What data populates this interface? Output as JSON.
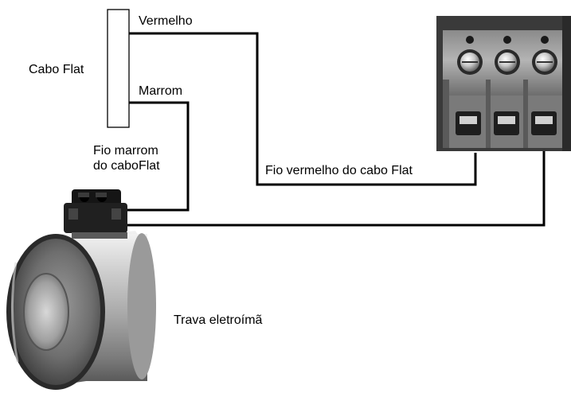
{
  "labels": {
    "vermelho": "Vermelho",
    "cabo_flat": "Cabo Flat",
    "marrom": "Marrom",
    "fio_marrom_line1": "Fio marrom",
    "fio_marrom_line2": "do caboFlat",
    "fio_vermelho": "Fio vermelho do cabo Flat",
    "trava": "Trava eletroímã"
  },
  "components": {
    "flat_cable": "flat-cable-connector",
    "terminal_block": "screw-terminal-block",
    "lock": "electromagnetic-lock",
    "lock_connector": "lock-wire-connector"
  },
  "colors": {
    "wire": "#000000",
    "background": "#ffffff"
  }
}
